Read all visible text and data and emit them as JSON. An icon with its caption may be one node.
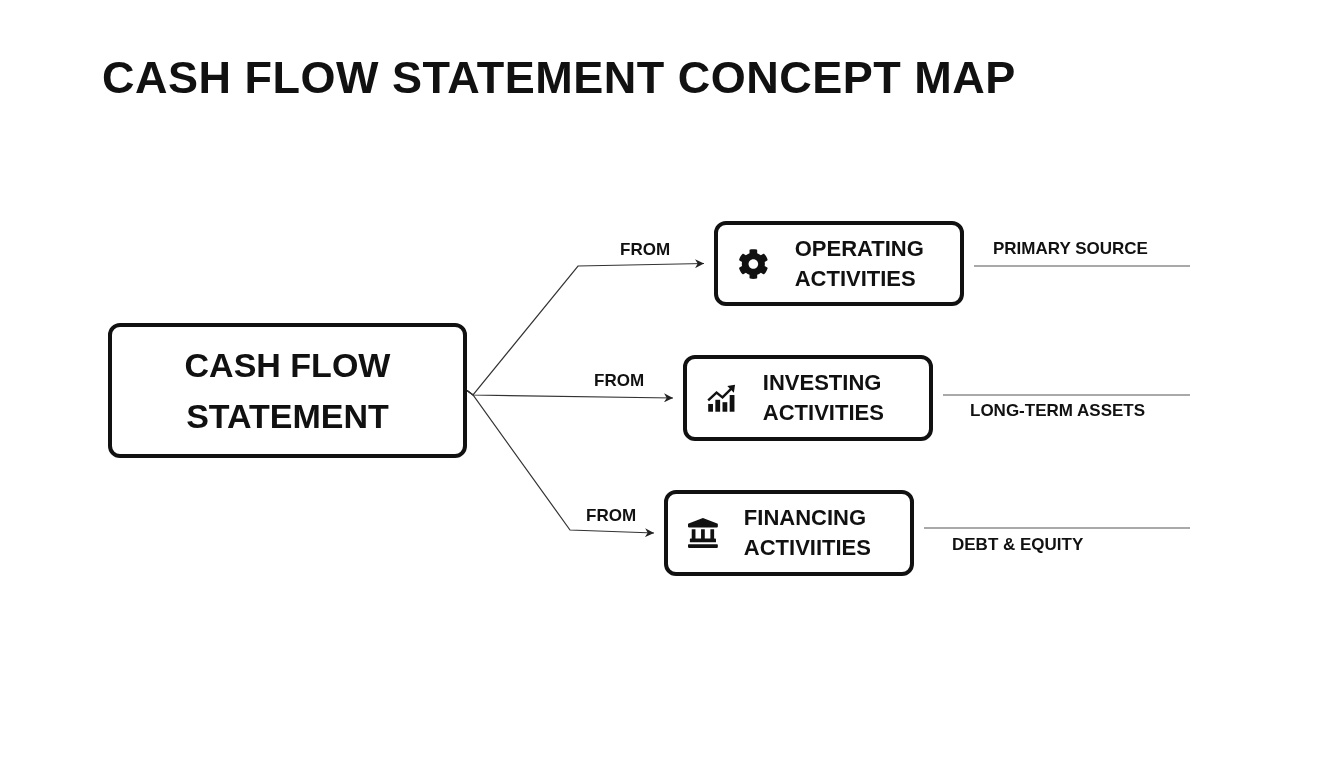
{
  "diagram": {
    "title": "CASH FLOW STATEMENT CONCEPT MAP",
    "nodes": [
      {
        "text": [
          "CASH FLOW STATEMENT"
        ]
      },
      {
        "text": [
          "OPERATING ACTIVITIES"
        ],
        "beside": [
          "PRIMARY SOURCE"
        ]
      },
      {
        "text": [
          "INVESTING ACTIVITIES"
        ],
        "beside": [
          "LONG-TERM ASSETS"
        ]
      },
      {
        "text": [
          "FINANCING ACTIVIITIES"
        ],
        "beside": [
          "DEBT & EQUITY"
        ]
      }
    ],
    "edges": [
      {
        "from": 0,
        "to": 1,
        "arrow": "to",
        "label": "FROM"
      },
      {
        "from": 0,
        "to": 2,
        "arrow": "to",
        "label": "FROM"
      },
      {
        "from": 0,
        "to": 3,
        "arrow": "to",
        "label": "FROM"
      }
    ]
  }
}
